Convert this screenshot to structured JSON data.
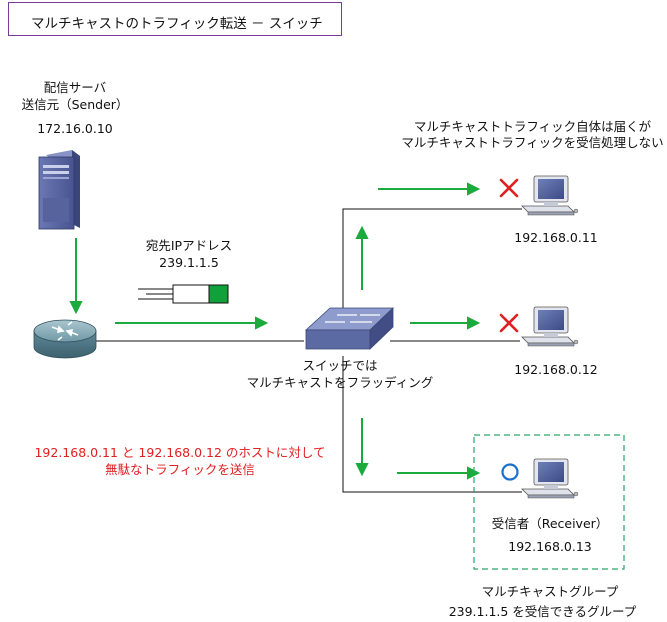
{
  "title": "マルチキャストのトラフィック転送 － スイッチ",
  "sender": {
    "line1": "配信サーバ",
    "line2": "送信元（Sender）",
    "ip": "172.16.0.10"
  },
  "packet": {
    "line1": "宛先IPアドレス",
    "line2": "239.1.1.5"
  },
  "switch_caption": {
    "line1": "スイッチでは",
    "line2": "マルチキャストをフラッディング"
  },
  "top_note": {
    "line1": "マルチキャストトラフィック自体は届くが",
    "line2": "マルチキャストトラフィックを受信処理しない"
  },
  "hosts": [
    {
      "ip": "192.168.0.11",
      "status": "reject"
    },
    {
      "ip": "192.168.0.12",
      "status": "reject"
    },
    {
      "label": "受信者（Receiver）",
      "ip": "192.168.0.13",
      "status": "accept"
    }
  ],
  "warning": {
    "line1": "192.168.0.11 と 192.168.0.12 のホストに対して",
    "line2": "無駄なトラフィックを送信"
  },
  "group": {
    "line1": "マルチキャストグループ",
    "line2": "239.1.1.5 を受信できるグループ"
  },
  "colors": {
    "arrow": "#1aab3c",
    "reject_mark": "#e02020",
    "accept_mark": "#1a6fd0",
    "group_border": "#2aa86a",
    "title_border": "#7a3a9c",
    "warning_text": "#e02020"
  },
  "icons": [
    "server-icon",
    "router-icon",
    "switch-icon",
    "pc-icon",
    "cross-icon",
    "circle-icon",
    "packet-icon"
  ]
}
